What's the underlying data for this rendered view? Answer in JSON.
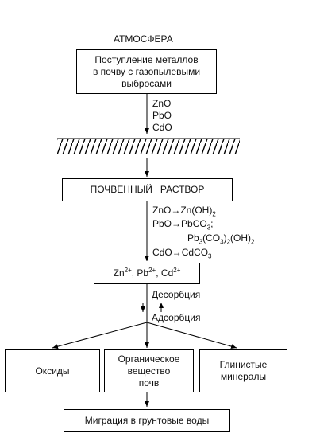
{
  "atmosphere_label": "АТМОСФЕРА",
  "source_box": "Поступление металлов\nв почву с газопылевыми\nвыбросами",
  "emitted_oxides": [
    "ZnO",
    "PbO",
    "CdO"
  ],
  "soil_solution_box": "ПОЧВЕННЫЙ   РАСТВОР",
  "reactions": [
    {
      "left": "ZnO",
      "arrow": "→",
      "right_parts": [
        {
          "t": "Zn(OH)"
        },
        {
          "sub": "2"
        }
      ]
    },
    {
      "left": "PbO",
      "arrow": "→",
      "right_parts": [
        {
          "t": "PbCO"
        },
        {
          "sub": "3"
        },
        {
          "t": ";"
        }
      ]
    },
    {
      "left": "",
      "arrow": "",
      "right_parts": [
        {
          "t": "Pb"
        },
        {
          "sub": "3"
        },
        {
          "t": "(CO"
        },
        {
          "sub": "3"
        },
        {
          "t": ")"
        },
        {
          "sub": "2"
        },
        {
          "t": "(OH)"
        },
        {
          "sub": "2"
        }
      ]
    },
    {
      "left": "CdO",
      "arrow": "→",
      "right_parts": [
        {
          "t": "CdCO"
        },
        {
          "sub": "3"
        }
      ]
    }
  ],
  "ions_box": [
    {
      "t": "Zn"
    },
    {
      "sup": "2+"
    },
    {
      "t": ", Pb"
    },
    {
      "sup": "2+"
    },
    {
      "t": ", Cd"
    },
    {
      "sup": "2+"
    }
  ],
  "desorption_label": "Десорбция",
  "adsorption_label": "Адсорбция",
  "sinks": [
    {
      "label": "Оксиды"
    },
    {
      "label": "Органическое\nвещество\nпочв"
    },
    {
      "label": "Глинистые\nминералы"
    }
  ],
  "migration_box": "Миграция в грунтовые воды"
}
